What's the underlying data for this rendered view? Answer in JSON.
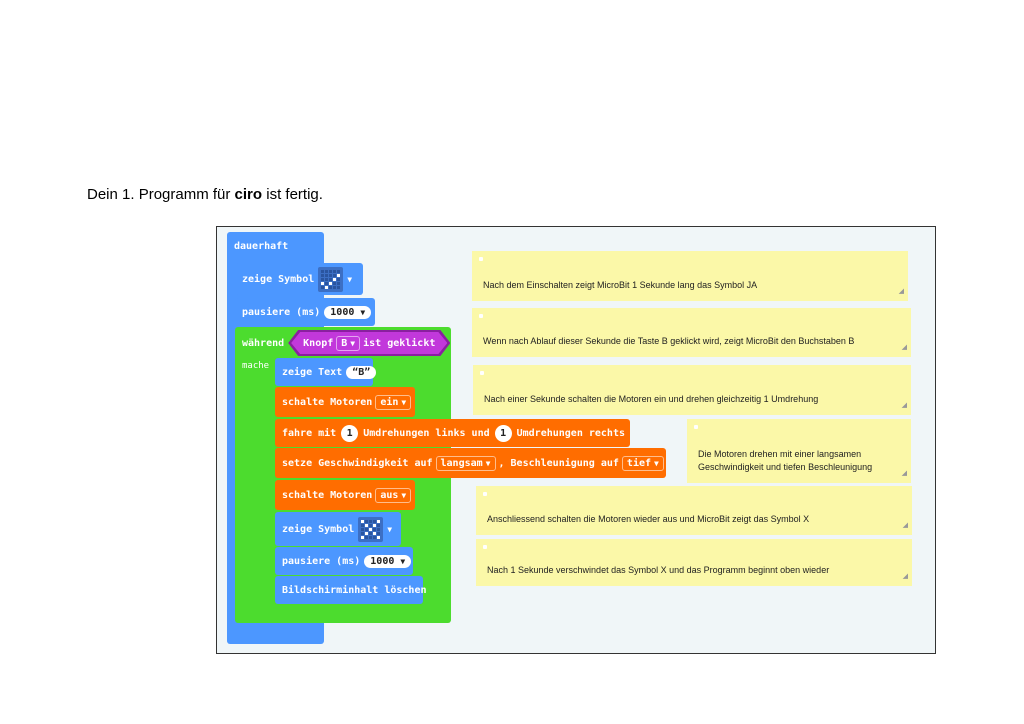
{
  "intro": {
    "before": "Dein 1. Programm für ",
    "bold": "ciro",
    "after": " ist fertig."
  },
  "blocks": {
    "forever": "dauerhaft",
    "show_icon_1": "zeige Symbol",
    "pause_1": "pausiere (ms)",
    "pause_1_value": "1000",
    "while": "während",
    "button_label": "Knopf",
    "button_value": "B",
    "is_pressed": "ist geklickt",
    "do": "mache",
    "show_text": "zeige Text",
    "show_text_value": "B",
    "motors_on": "schalte Motoren",
    "motors_on_value": "ein",
    "drive_with": "fahre mit",
    "drive_left_value": "1",
    "drive_left_label": "Umdrehungen links und",
    "drive_right_value": "1",
    "drive_right_label": "Umdrehungen rechts",
    "set_speed": "setze Geschwindigkeit auf",
    "speed_value": "langsam",
    "accel_label": ", Beschleunigung auf",
    "accel_value": "tief",
    "motors_off": "schalte Motoren",
    "motors_off_value": "aus",
    "show_icon_2": "zeige Symbol",
    "pause_2": "pausiere (ms)",
    "pause_2_value": "1000",
    "clear_screen": "Bildschirminhalt löschen"
  },
  "icons": {
    "yes_icon": [
      0,
      0,
      0,
      0,
      0,
      0,
      0,
      0,
      0,
      1,
      0,
      0,
      0,
      1,
      0,
      1,
      0,
      1,
      0,
      0,
      0,
      1,
      0,
      0,
      0
    ],
    "x_icon": [
      1,
      0,
      0,
      0,
      1,
      0,
      1,
      0,
      1,
      0,
      0,
      0,
      1,
      0,
      0,
      0,
      1,
      0,
      1,
      0,
      1,
      0,
      0,
      0,
      1
    ]
  },
  "notes": [
    "Nach dem Einschalten zeigt MicroBit 1 Sekunde lang das Symbol JA",
    "Wenn nach Ablauf dieser Sekunde die Taste B geklickt wird, zeigt MicroBit den Buchstaben B",
    "Nach einer Sekunde schalten die Motoren ein und drehen gleichzeitig 1 Umdrehung",
    "Die Motoren drehen mit einer langsamen Geschwindigkeit und tiefen Beschleunigung",
    "Anschliessend schalten die Motoren wieder aus und MicroBit zeigt das Symbol X",
    "Nach 1 Sekunde verschwindet das Symbol X und das Programm beginnt oben wieder"
  ],
  "colors": {
    "blue": "#4c97ff",
    "green": "#4cdc2e",
    "orange": "#ff6d00",
    "purple": "#c238db",
    "note": "#fbf8a8"
  }
}
